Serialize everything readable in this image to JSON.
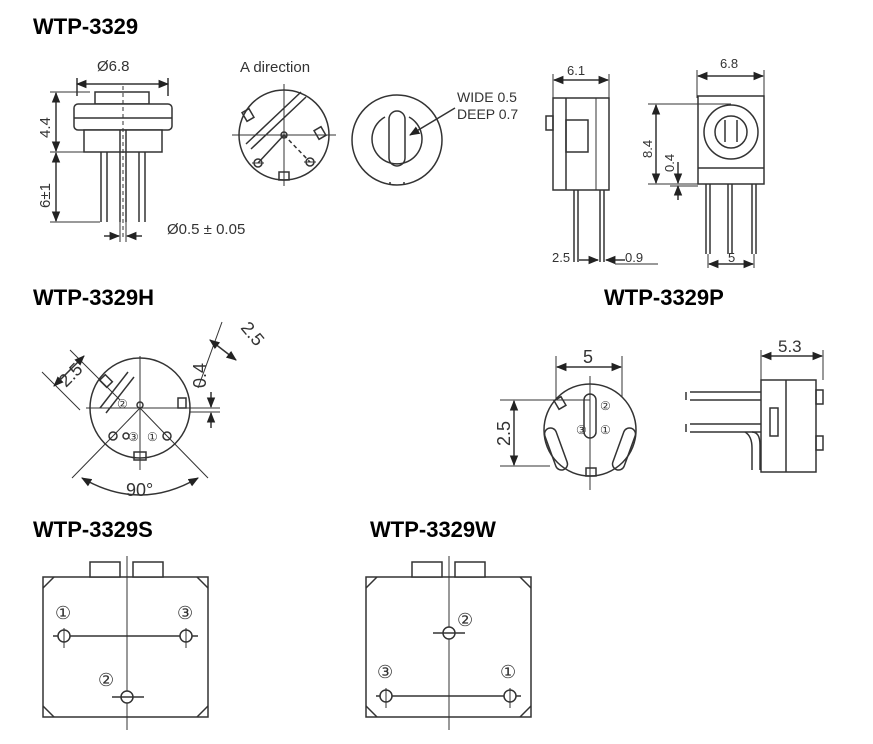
{
  "titles": {
    "wtp3329": "WTP-3329",
    "wtp3329h": "WTP-3329H",
    "wtp3329p": "WTP-3329P",
    "wtp3329s": "WTP-3329S",
    "wtp3329w": "WTP-3329W"
  },
  "side_view": {
    "diameter": "Ø6.8",
    "height_body": "4.4",
    "height_pins": "6±1",
    "pin_dia": "Ø0.5 ± 0.05"
  },
  "a_direction": {
    "label": "A direction"
  },
  "slot": {
    "wide": "WIDE 0.5",
    "deep": "DEEP 0.7"
  },
  "vertical_side": {
    "width": "6.1",
    "pin_pitch": "2.5",
    "pin_offset": "0.9"
  },
  "vertical_front": {
    "width": "6.8",
    "height": "8.4",
    "offset": "0.4",
    "pin_pitch": "5"
  },
  "h_view": {
    "dim_a": "2.5",
    "dim_b": "2.5",
    "dim_c": "0.4",
    "angle": "90°"
  },
  "p_view": {
    "width": "5",
    "height": "2.5",
    "side_width": "5.3"
  },
  "pin_labels": {
    "p1": "①",
    "p2": "②",
    "p3": "③"
  }
}
